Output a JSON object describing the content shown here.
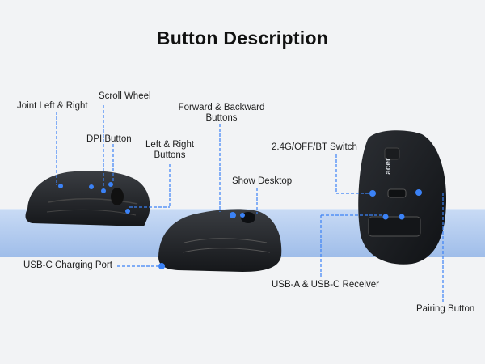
{
  "title": "Button Description",
  "labels": {
    "joint": "Joint Left & Right",
    "scroll": "Scroll Wheel",
    "dpi": "DPI Button",
    "forward_back_1": "Forward & Backward",
    "forward_back_2": "Buttons",
    "left_right_1": "Left & Right",
    "left_right_2": "Buttons",
    "show_desktop": "Show Desktop",
    "switch": "2.4G/OFF/BT Switch",
    "usbc_port": "USB-C Charging Port",
    "receiver": "USB-A & USB-C Receiver",
    "pairing": "Pairing Button"
  },
  "logo_text": "acer",
  "colors": {
    "accent": "#3b82f6",
    "band": "#b9cff0",
    "mouse": "#1f2124",
    "background": "#f2f3f5"
  }
}
